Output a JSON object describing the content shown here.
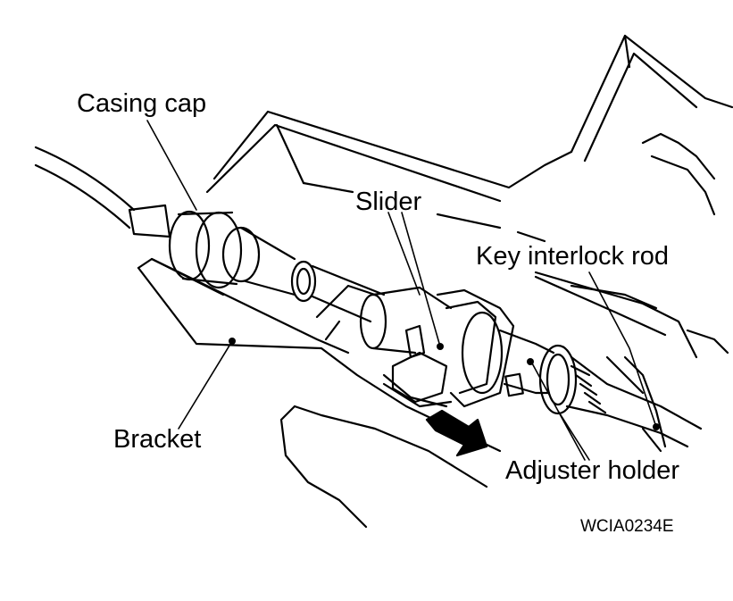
{
  "labels": {
    "casing_cap": "Casing cap",
    "slider": "Slider",
    "key_interlock_rod": "Key interlock rod",
    "bracket": "Bracket",
    "adjuster_holder": "Adjuster holder",
    "figure_code": "WCIA0234E"
  },
  "colors": {
    "ink": "#000000",
    "paper": "#ffffff"
  }
}
